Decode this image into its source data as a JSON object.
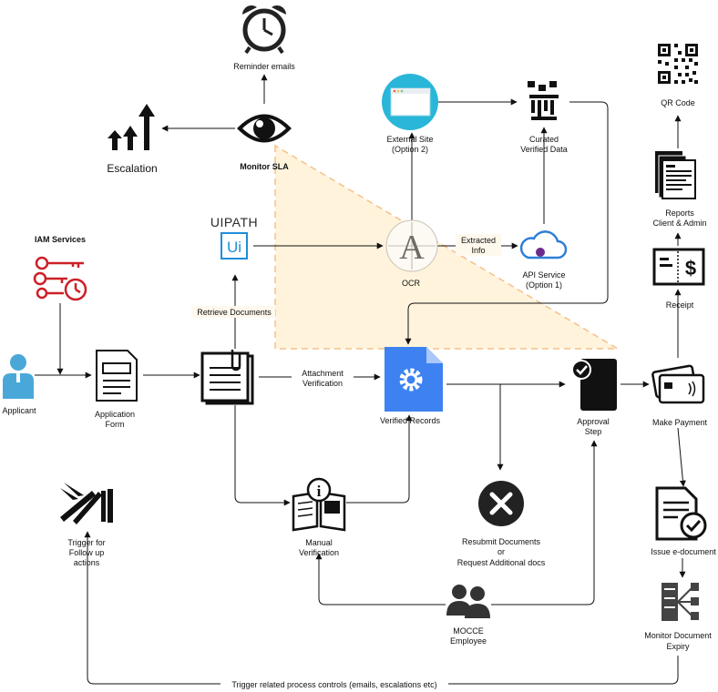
{
  "nodes": {
    "reminder": {
      "label": "Reminder emails",
      "icon": "alarm-clock-icon"
    },
    "escalation": {
      "label": "Escalation",
      "icon": "escalation-arrows-icon"
    },
    "monitor_sla": {
      "label": "Monitor SLA",
      "icon": "eye-icon"
    },
    "external_site": {
      "line1": "External Site",
      "line2": "(Option 2)",
      "icon": "browser-window-icon"
    },
    "curated": {
      "line1": "Curated",
      "line2": "Verified Data",
      "icon": "data-filter-icon"
    },
    "qr": {
      "label": "QR Code",
      "icon": "qr-code-icon"
    },
    "reports": {
      "line1": "Reports",
      "line2": "Client & Admin",
      "icon": "reports-stack-icon"
    },
    "receipt": {
      "label": "Receipt",
      "icon": "receipt-dollar-icon"
    },
    "iam": {
      "label": "IAM Services",
      "icon": "keys-clock-icon"
    },
    "uipath": {
      "label": "UIPATH",
      "badge": "Ui",
      "icon": "uipath-logo-icon"
    },
    "ocr": {
      "label": "OCR",
      "icon": "ocr-letter-icon"
    },
    "api": {
      "line1": "API Service",
      "line2": "(Option 1)",
      "icon": "cloud-service-icon"
    },
    "applicant": {
      "label": "Applicant",
      "icon": "person-icon"
    },
    "app_form": {
      "line1": "Application",
      "line2": "Form",
      "icon": "form-document-icon"
    },
    "attachments": {
      "icon": "clipboard-paperclip-icon"
    },
    "verified": {
      "label": "Verified Records",
      "icon": "gear-document-icon"
    },
    "approval": {
      "line1": "Approval",
      "line2": "Step",
      "icon": "approval-check-icon"
    },
    "payment": {
      "label": "Make Payment",
      "icon": "payment-cards-icon"
    },
    "trigger": {
      "line1": "Trigger for",
      "line2": "Follow up",
      "line3": "actions",
      "icon": "dominoes-icon"
    },
    "manual": {
      "line1": "Manual",
      "line2": "Verification",
      "icon": "info-book-icon"
    },
    "resubmit": {
      "line1": "Resubmit Documents",
      "line2": "or",
      "line3": "Request Additional docs",
      "icon": "x-circle-icon"
    },
    "issue": {
      "label": "Issue e-document",
      "icon": "document-check-icon"
    },
    "employee": {
      "line1": "MOCCE",
      "line2": "Employee",
      "icon": "people-icon"
    },
    "monitor_expiry": {
      "line1": "Monitor Document",
      "line2": "Expiry",
      "icon": "network-hub-icon"
    }
  },
  "edges": {
    "retrieve": "Retrieve Documents",
    "attach1": "Attachment",
    "attach2": "Verification",
    "extracted1": "Extracted",
    "extracted2": "Info",
    "trigger_loop": "Trigger related process controls (emails, escalations etc)"
  },
  "colors": {
    "sla_zone": "#fff3dc",
    "sla_border": "#f5c08a",
    "iam_red": "#cc2027",
    "applicant_blue": "#4aa8d8",
    "verified_blue": "#3d82f0",
    "external_teal": "#29b6d8",
    "uipath_blue": "#1f8ed8",
    "api_blue": "#2f7fd6",
    "api_purple": "#6d2a8c"
  }
}
